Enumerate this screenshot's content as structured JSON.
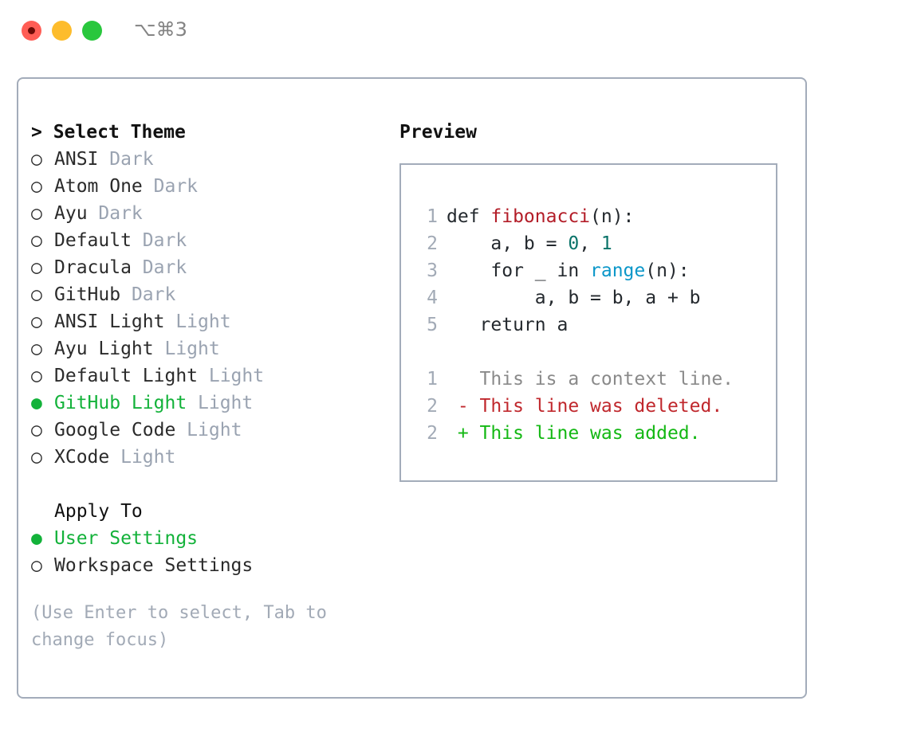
{
  "titlebar": {
    "shortcut": "⌥⌘3",
    "lights": [
      {
        "name": "close-button",
        "color": "#ff5d55"
      },
      {
        "name": "minimize-button",
        "color": "#fdbc2c"
      },
      {
        "name": "maximize-button",
        "color": "#29c73d"
      }
    ]
  },
  "theme_section": {
    "caret": "> ",
    "title": "Select Theme",
    "items": [
      {
        "bullet": "○",
        "label": "ANSI",
        "tag": " Dark",
        "selected": false
      },
      {
        "bullet": "○",
        "label": "Atom One",
        "tag": " Dark",
        "selected": false
      },
      {
        "bullet": "○",
        "label": "Ayu",
        "tag": " Dark",
        "selected": false
      },
      {
        "bullet": "○",
        "label": "Default",
        "tag": " Dark",
        "selected": false
      },
      {
        "bullet": "○",
        "label": "Dracula",
        "tag": " Dark",
        "selected": false
      },
      {
        "bullet": "○",
        "label": "GitHub",
        "tag": " Dark",
        "selected": false
      },
      {
        "bullet": "○",
        "label": "ANSI Light",
        "tag": " Light",
        "selected": false
      },
      {
        "bullet": "○",
        "label": "Ayu Light",
        "tag": " Light",
        "selected": false
      },
      {
        "bullet": "○",
        "label": "Default Light",
        "tag": " Light",
        "selected": false
      },
      {
        "bullet": "●",
        "label": "GitHub Light",
        "tag": " Light",
        "selected": true
      },
      {
        "bullet": "○",
        "label": "Google Code",
        "tag": " Light",
        "selected": false
      },
      {
        "bullet": "○",
        "label": "XCode",
        "tag": " Light",
        "selected": false
      }
    ]
  },
  "apply_section": {
    "title": "Apply To",
    "items": [
      {
        "bullet": "●",
        "label": "User Settings",
        "tag": "",
        "selected": true
      },
      {
        "bullet": "○",
        "label": "Workspace Settings",
        "tag": "",
        "selected": false
      }
    ]
  },
  "hint": "(Use Enter to select, Tab to change focus)",
  "preview": {
    "title": "Preview",
    "code_lines": [
      {
        "num": "1",
        "segments": [
          {
            "text": "def ",
            "cls": "tok-plain"
          },
          {
            "text": "fibonacci",
            "cls": "tok-fn"
          },
          {
            "text": "(n):",
            "cls": "tok-plain"
          }
        ]
      },
      {
        "num": "2",
        "segments": [
          {
            "text": "    a, b = ",
            "cls": "tok-plain"
          },
          {
            "text": "0",
            "cls": "tok-num"
          },
          {
            "text": ", ",
            "cls": "tok-plain"
          },
          {
            "text": "1",
            "cls": "tok-num"
          }
        ]
      },
      {
        "num": "3",
        "segments": [
          {
            "text": "    for _ in ",
            "cls": "tok-plain"
          },
          {
            "text": "range",
            "cls": "tok-call"
          },
          {
            "text": "(n):",
            "cls": "tok-plain"
          }
        ]
      },
      {
        "num": "4",
        "segments": [
          {
            "text": "        a, b = b, a + b",
            "cls": "tok-plain"
          }
        ]
      },
      {
        "num": "5",
        "segments": [
          {
            "text": "   return a",
            "cls": "tok-plain"
          }
        ]
      },
      {
        "num": "",
        "segments": []
      },
      {
        "num": "1",
        "segments": [
          {
            "text": "   This is a context line.",
            "cls": "diff-ctx"
          }
        ]
      },
      {
        "num": "2",
        "segments": [
          {
            "text": " - This line was deleted.",
            "cls": "diff-del"
          }
        ]
      },
      {
        "num": "2",
        "segments": [
          {
            "text": " + This line was added.",
            "cls": "diff-add"
          }
        ]
      }
    ]
  },
  "colors": {
    "accent_green": "#13b23a",
    "border": "#a3acba",
    "muted": "#9aa3b1",
    "fn_red": "#b31d28",
    "num_teal": "#0a7369",
    "call_blue": "#0b97c9",
    "diff_del": "#c0282d",
    "diff_add": "#14b814"
  }
}
